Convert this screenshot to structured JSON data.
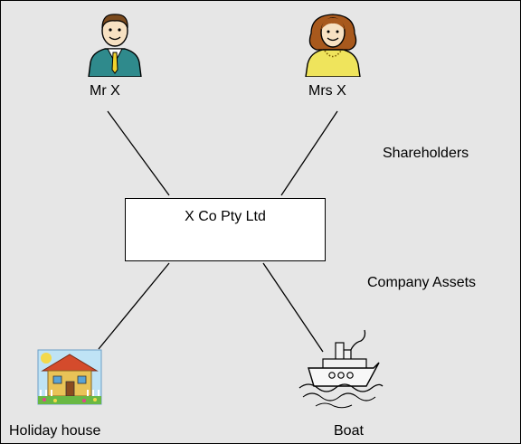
{
  "people": {
    "mr_x": "Mr X",
    "mrs_x": "Mrs X"
  },
  "company": "X Co Pty Ltd",
  "side_labels": {
    "shareholders": "Shareholders",
    "company_assets": "Company Assets"
  },
  "assets": {
    "holiday_house": "Holiday house",
    "boat": "Boat"
  },
  "icons": {
    "mr_x": "man-icon",
    "mrs_x": "woman-icon",
    "holiday_house": "house-icon",
    "boat": "boat-icon"
  },
  "colors": {
    "background": "#e6e6e6",
    "box": "#ffffff",
    "line": "#000000"
  }
}
